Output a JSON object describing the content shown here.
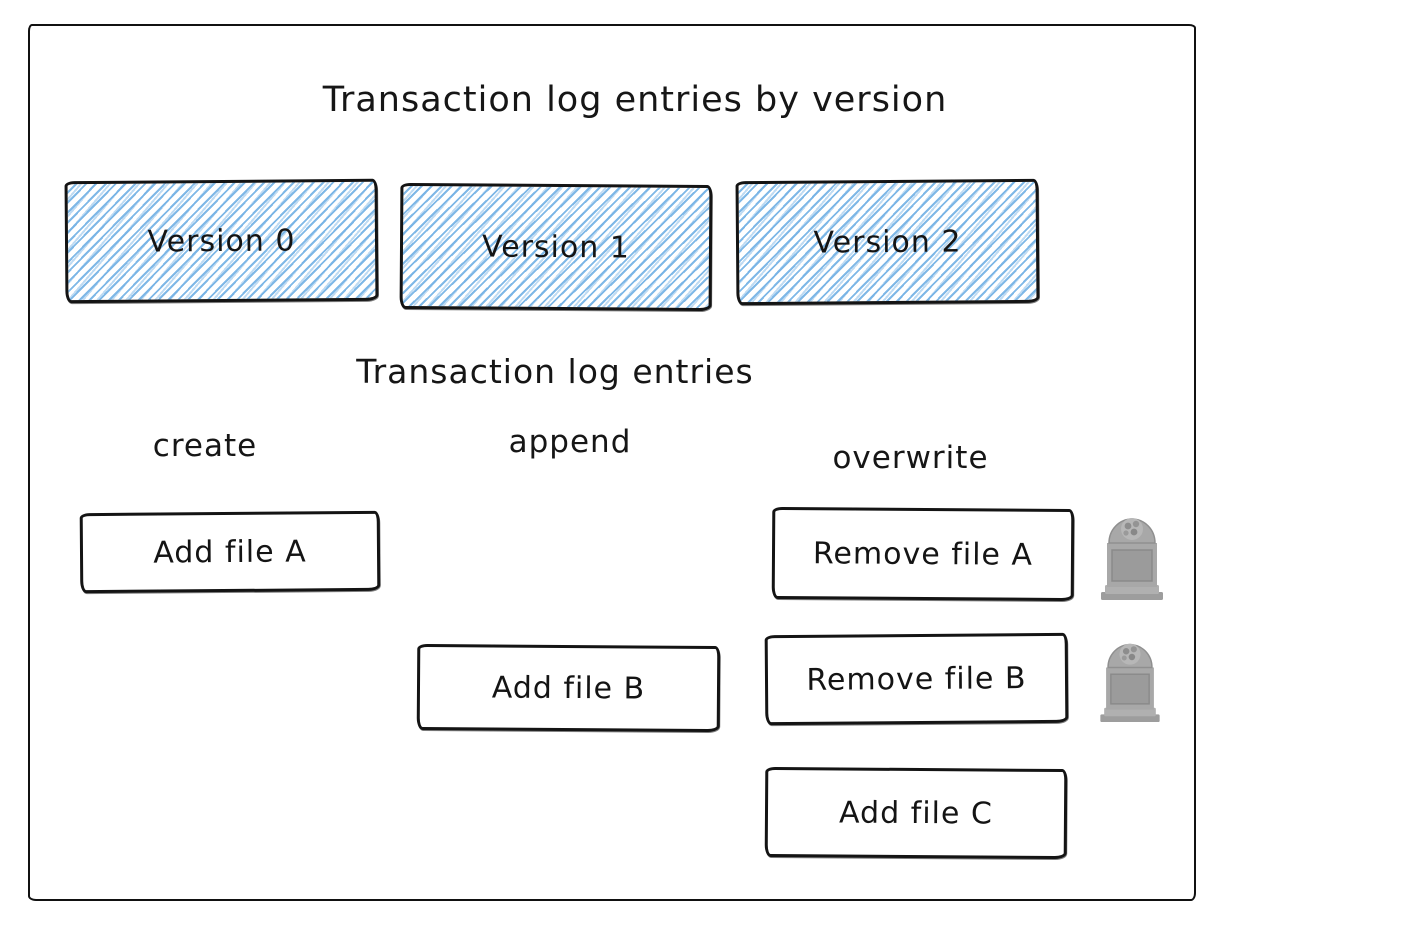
{
  "diagram": {
    "title": "Transaction log entries by version",
    "versions": [
      {
        "label": "Version 0"
      },
      {
        "label": "Version 1"
      },
      {
        "label": "Version 2"
      }
    ],
    "log_section": {
      "title": "Transaction log entries",
      "columns": [
        {
          "label": "create"
        },
        {
          "label": "append"
        },
        {
          "label": "overwrite"
        }
      ],
      "entries": [
        {
          "label": "Add file A",
          "column": "create",
          "tombstone": false
        },
        {
          "label": "Remove file A",
          "column": "overwrite",
          "tombstone": true
        },
        {
          "label": "Add file B",
          "column": "append",
          "tombstone": false
        },
        {
          "label": "Remove file B",
          "column": "overwrite",
          "tombstone": true
        },
        {
          "label": "Add file C",
          "column": "overwrite",
          "tombstone": false
        }
      ]
    },
    "colors": {
      "hatch_blue": "#71b0e4",
      "ink": "#141414",
      "tombstone_gray": "#a8a8a8"
    }
  }
}
